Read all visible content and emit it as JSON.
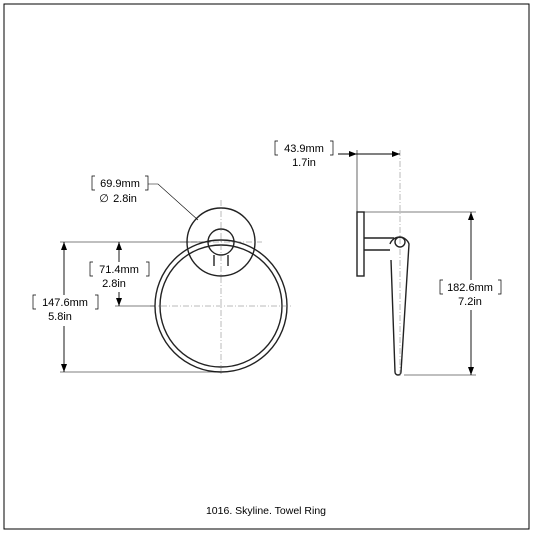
{
  "caption": "1016. Skyline. Towel Ring",
  "dimensions": {
    "rosette_diameter": {
      "mm": "69.9mm",
      "in": "2.8in",
      "diameter_symbol": "∅"
    },
    "center_height": {
      "mm": "71.4mm",
      "in": "2.8in"
    },
    "ring_height": {
      "mm": "147.6mm",
      "in": "5.8in"
    },
    "projection": {
      "mm": "43.9mm",
      "in": "1.7in"
    },
    "side_height": {
      "mm": "182.6mm",
      "in": "7.2in"
    }
  }
}
